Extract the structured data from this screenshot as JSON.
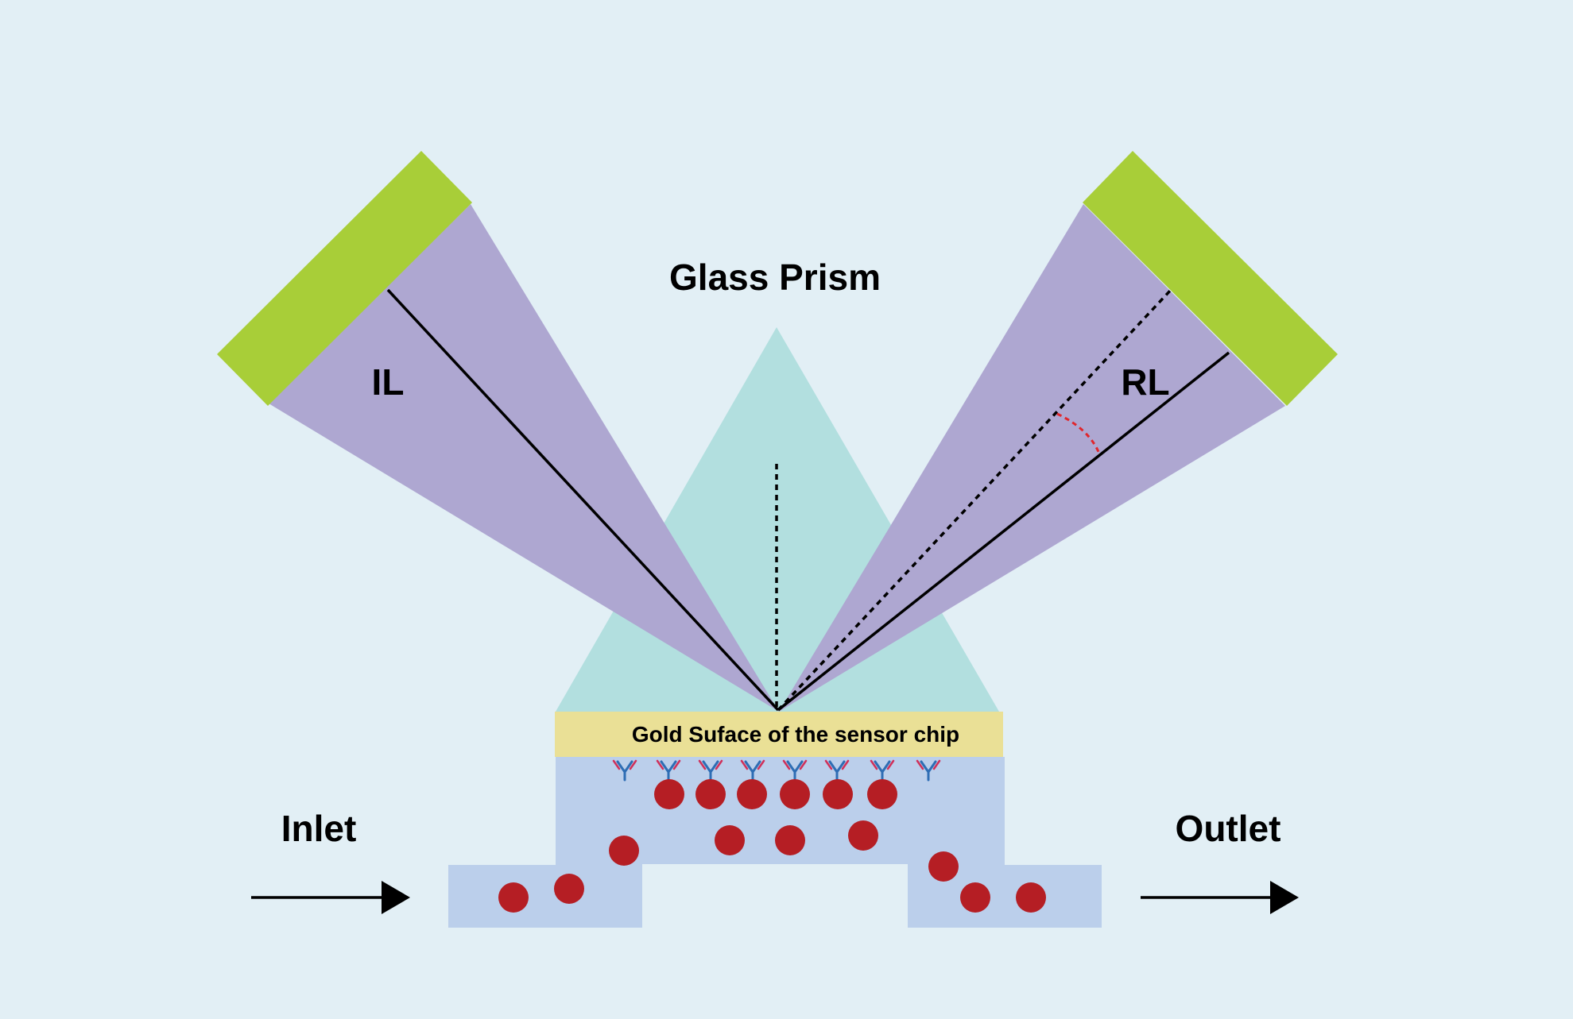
{
  "labels": {
    "prism": "Glass Prism",
    "incident": "IL",
    "reflected": "RL",
    "gold": "Gold Suface of the sensor chip",
    "inlet": "Inlet",
    "outlet": "Outlet"
  },
  "colors": {
    "background": "#e2eff5",
    "prism": "#b2dfdf",
    "light_beam": "#aea7d1",
    "source_detector": "#a8ce38",
    "gold_surface": "#eae096",
    "flow_cell": "#bbcfeb",
    "analyte": "#b51e24",
    "antibody_heavy": "#2e6db4",
    "antibody_light": "#d0305a",
    "angle_arc": "#e0262c",
    "line": "#000000"
  },
  "icons": {
    "antibody": "y-shaped-antibody-icon",
    "analyte": "circle-molecule-icon",
    "flow_arrow": "right-arrow-icon"
  }
}
